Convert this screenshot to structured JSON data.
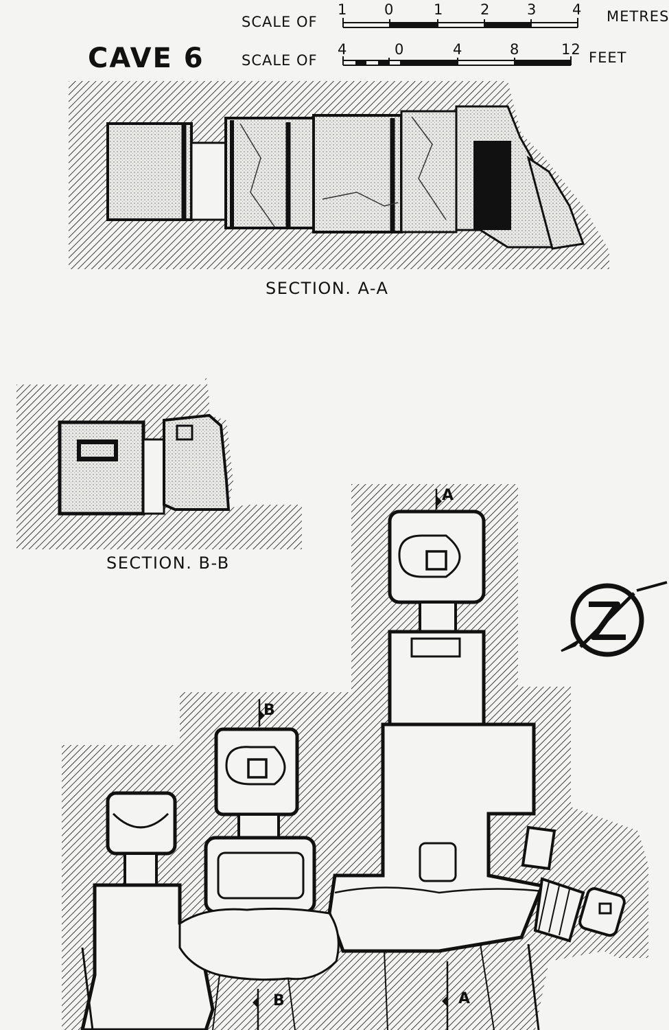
{
  "title": "CAVE 6",
  "scale_metres": {
    "prefix": "SCALE OF",
    "ticks": [
      "1",
      "0",
      "1",
      "2",
      "3",
      "4"
    ],
    "unit": "METRES"
  },
  "scale_feet": {
    "prefix": "SCALE OF",
    "ticks": [
      "4",
      "0",
      "4",
      "8",
      "12"
    ],
    "unit": "FEET"
  },
  "section_a_label": "SECTION. A-A",
  "section_b_label": "SECTION. B-B",
  "cut_markers": {
    "a_top": "A",
    "b_top": "B",
    "b_bottom": "B",
    "a_bottom": "A"
  },
  "colors": {
    "ink": "#111111",
    "paper": "#f4f4f2"
  }
}
